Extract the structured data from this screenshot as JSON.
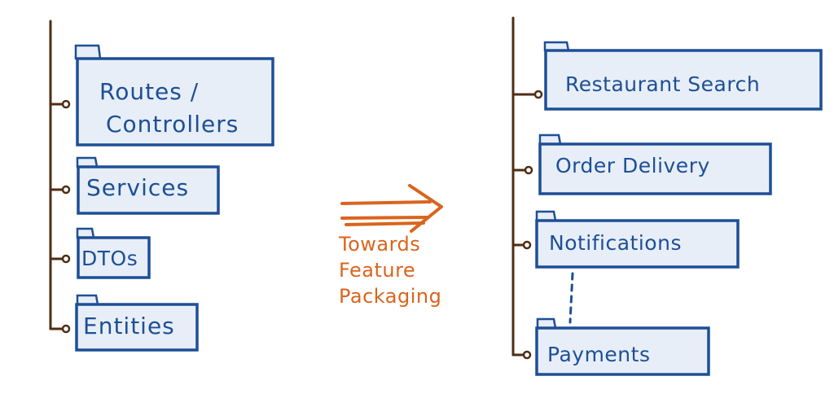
{
  "left_tree": {
    "folders": [
      {
        "line1": "Routes /",
        "line2": "Controllers"
      },
      {
        "label": "Services"
      },
      {
        "label": "DTOs"
      },
      {
        "label": "Entities"
      }
    ]
  },
  "caption": {
    "line1": "Towards",
    "line2": "Feature",
    "line3": "Packaging"
  },
  "right_tree": {
    "folders": [
      {
        "label": "Restaurant Search"
      },
      {
        "label": "Order Delivery"
      },
      {
        "label": "Notifications"
      },
      {
        "label": "Payments"
      }
    ]
  },
  "colors": {
    "folder_stroke": "#1d4f96",
    "folder_fill": "#e7eef8",
    "tree_line": "#4e2d13",
    "accent_orange": "#d9651d"
  }
}
